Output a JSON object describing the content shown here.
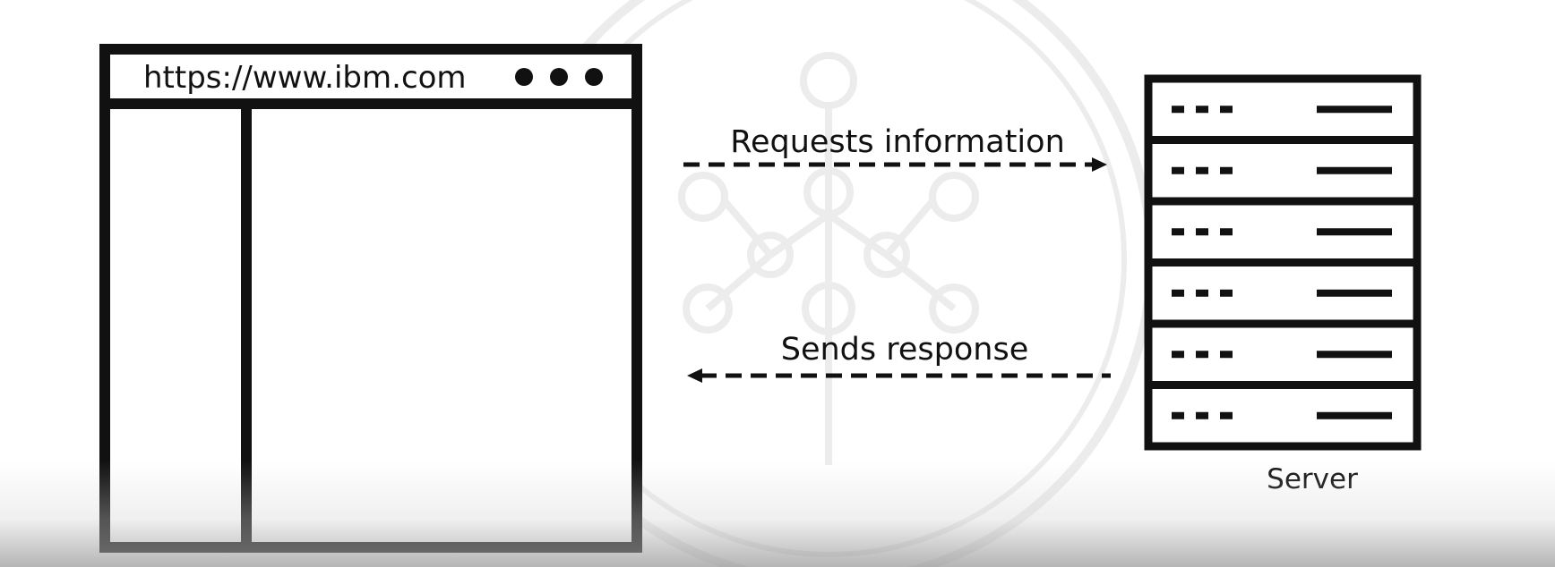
{
  "browser": {
    "url": "https://www.ibm.com",
    "menu_icon": "three-dots-icon"
  },
  "arrows": {
    "request_label": "Requests information",
    "response_label": "Sends response"
  },
  "server": {
    "label": "Server",
    "unit_count": 6
  },
  "colors": {
    "stroke": "#111111",
    "background": "#ffffff",
    "watermark": "#e8e8e8"
  }
}
